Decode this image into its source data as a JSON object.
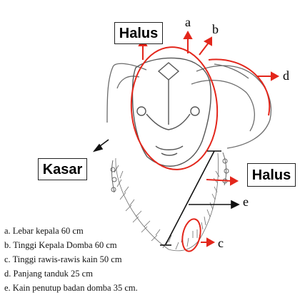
{
  "labels": {
    "halus_top": "Halus",
    "kasar": "Kasar",
    "halus_right": "Halus"
  },
  "letters": {
    "a": "a",
    "b": "b",
    "c": "c",
    "d": "d",
    "e": "e"
  },
  "legend": [
    "a. Lebar kepala 60 cm",
    "b. Tinggi Kepala Domba 60 cm",
    "c. Tinggi rawis-rawis kain 50 cm",
    "d. Panjang tanduk 25 cm",
    "e. Kain penutup badan domba 35 cm."
  ],
  "colors": {
    "annotation": "#e3261b",
    "sketch": "#555555",
    "box_border": "#222222"
  }
}
